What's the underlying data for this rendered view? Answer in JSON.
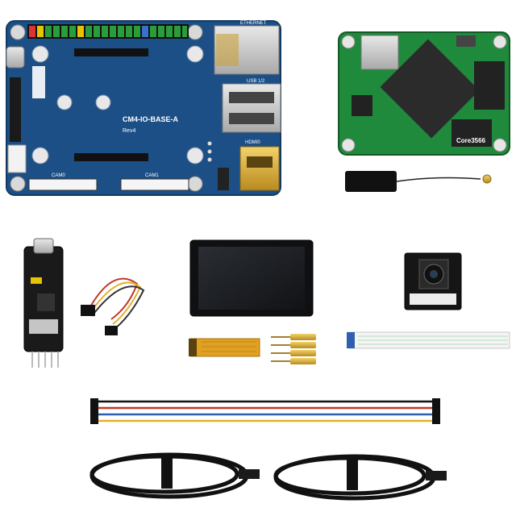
{
  "io_board": {
    "label": "CM4-IO-BASE-A",
    "rev": "Rev4",
    "ethernet": "ETHERNET",
    "usb": "USB 1/2",
    "hdmi": "HDMI0",
    "cam0": "CAM0",
    "cam1": "CAM1",
    "board_color": "#1c4f86"
  },
  "core_module": {
    "label": "Core3566",
    "board_color": "#1f8a3b"
  },
  "colors": {
    "cable_red": "#c0392b",
    "cable_blue": "#2e5fb0",
    "cable_yellow": "#e1b12c",
    "cable_black": "#111111",
    "flex_orange": "#e0a020",
    "brass": "#c9a23a"
  }
}
